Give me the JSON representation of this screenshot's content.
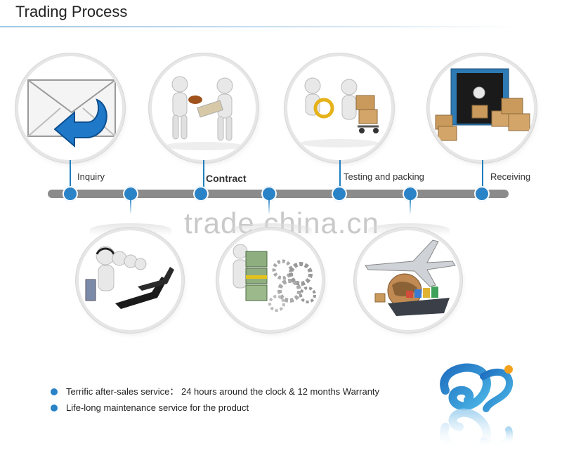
{
  "title": "Trading Process",
  "steps": {
    "inquiry": "Inquiry",
    "contract": "Contract",
    "testing": "Testing and packing",
    "receiving": "Receiving"
  },
  "watermark": "trade.china.cn",
  "bullets": [
    "Terrific after-sales service： 24 hours around the clock & 12 months Warranty",
    "Life-long maintenance service for the product"
  ],
  "icons": {
    "inquiry": "envelope-reply-icon",
    "contract": "handshake-contract-icon",
    "testing": "inspection-packing-icon",
    "receiving": "container-boxes-icon",
    "service": "call-center-icon",
    "payment": "money-gears-icon",
    "shipping": "plane-ship-globe-icon"
  },
  "colors": {
    "accent": "#2a82c7",
    "timeline": "#8b8b8b",
    "watermark": "#c9c9c9"
  }
}
